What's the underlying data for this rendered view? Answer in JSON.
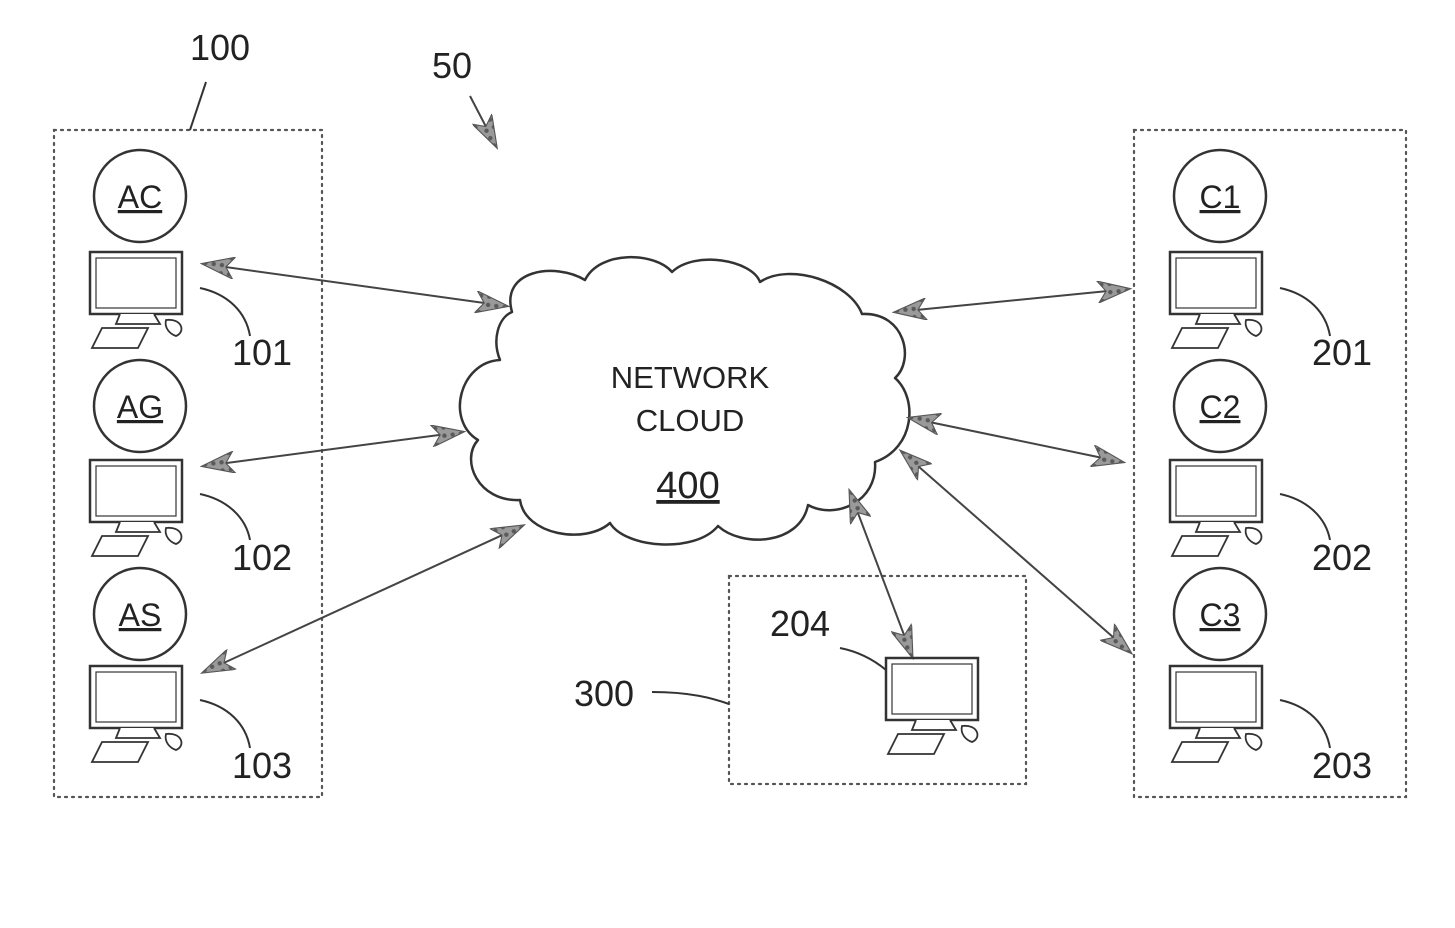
{
  "figure_number": "50",
  "groups": {
    "admin": {
      "ref": "100"
    },
    "clients": {
      "ref": ""
    },
    "remote": {
      "ref": "300"
    }
  },
  "nodes": {
    "ac": {
      "label": "AC",
      "ref": "101"
    },
    "ag": {
      "label": "AG",
      "ref": "102"
    },
    "as": {
      "label": "AS",
      "ref": "103"
    },
    "c1": {
      "label": "C1",
      "ref": "201"
    },
    "c2": {
      "label": "C2",
      "ref": "202"
    },
    "c3": {
      "label": "C3",
      "ref": "203"
    },
    "remote_terminal": {
      "ref": "204"
    }
  },
  "cloud": {
    "line1": "NETWORK",
    "line2": "CLOUD",
    "ref": "400"
  },
  "connections": [
    {
      "from": "101",
      "to": "400"
    },
    {
      "from": "102",
      "to": "400"
    },
    {
      "from": "103",
      "to": "400"
    },
    {
      "from": "201",
      "to": "400"
    },
    {
      "from": "202",
      "to": "400"
    },
    {
      "from": "203",
      "to": "400"
    },
    {
      "from": "204",
      "to": "400"
    }
  ],
  "colors": {
    "ink": "#333333",
    "arrowhead": "#8a8a8a",
    "background": "#ffffff"
  }
}
